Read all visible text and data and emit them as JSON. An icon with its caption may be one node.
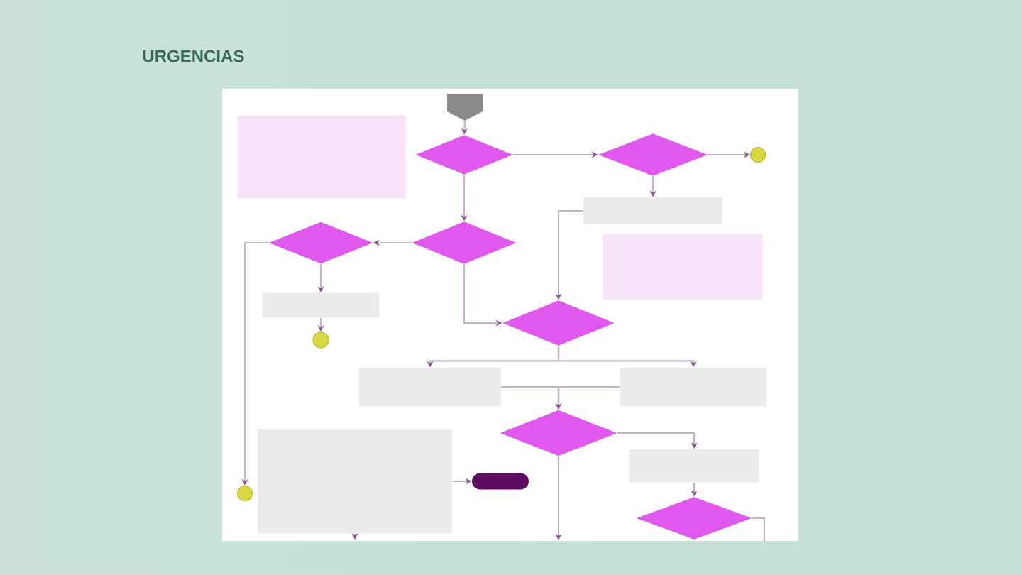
{
  "diagram": {
    "title": "URGENCIAS",
    "nodes": [
      {
        "text": [],
        "shape": "pentagon"
      },
      {
        "text": [],
        "shape": "box"
      },
      {
        "text": [],
        "shape": "diamond"
      },
      {
        "text": [],
        "shape": "diamond"
      },
      {
        "text": [],
        "shape": "circle"
      },
      {
        "text": [],
        "shape": "box"
      },
      {
        "text": [],
        "shape": "diamond"
      },
      {
        "text": [],
        "shape": "diamond"
      },
      {
        "text": [],
        "shape": "box"
      },
      {
        "text": [],
        "shape": "box"
      },
      {
        "text": [],
        "shape": "diamond"
      },
      {
        "text": [],
        "shape": "circle"
      },
      {
        "text": [],
        "shape": "box"
      },
      {
        "text": [],
        "shape": "box"
      },
      {
        "text": [],
        "shape": "diamond"
      },
      {
        "text": [],
        "shape": "box"
      },
      {
        "text": [],
        "shape": "box"
      },
      {
        "text": [],
        "shape": "pill"
      },
      {
        "text": [],
        "shape": "circle"
      },
      {
        "text": [],
        "shape": "diamond"
      }
    ],
    "edges": [
      {
        "from": 0,
        "to": 2,
        "arrow": "to"
      },
      {
        "from": 2,
        "to": 3,
        "arrow": "to"
      },
      {
        "from": 3,
        "to": 4,
        "arrow": "to"
      },
      {
        "from": 3,
        "to": 5,
        "arrow": "to"
      },
      {
        "from": 2,
        "to": 7,
        "arrow": "to"
      },
      {
        "from": 7,
        "to": 6,
        "arrow": "to"
      },
      {
        "from": 6,
        "to": 9,
        "arrow": "to"
      },
      {
        "from": 9,
        "to": 11,
        "arrow": "to"
      },
      {
        "from": 6,
        "to": 18,
        "arrow": "to"
      },
      {
        "from": 7,
        "to": 10,
        "arrow": "to"
      },
      {
        "from": 5,
        "to": 10,
        "arrow": "to"
      },
      {
        "from": 10,
        "to": 12,
        "arrow": "to"
      },
      {
        "from": 10,
        "to": 13,
        "arrow": "to"
      },
      {
        "from": 12,
        "to": 14,
        "arrow": "to"
      },
      {
        "from": 13,
        "to": 14,
        "arrow": "to"
      },
      {
        "from": 14,
        "to": 16,
        "arrow": "to"
      },
      {
        "from": 16,
        "to": 19,
        "arrow": "to"
      },
      {
        "from": 15,
        "to": 17,
        "arrow": "to"
      },
      {
        "from": 14,
        "to": null,
        "arrow": "to"
      },
      {
        "from": 15,
        "to": null,
        "arrow": "to"
      },
      {
        "from": 19,
        "to": null,
        "arrow": "none"
      }
    ]
  }
}
